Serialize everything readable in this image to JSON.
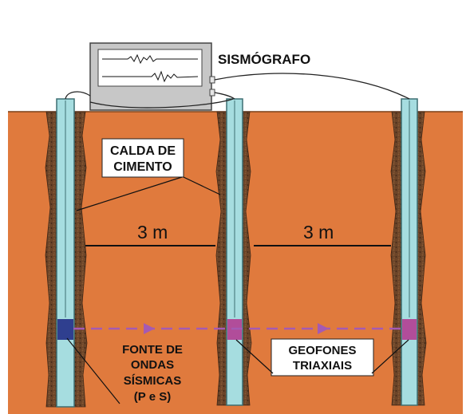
{
  "labels": {
    "seismograph": "SISMÓGRAFO",
    "grout_line1": "CALDA DE",
    "grout_line2": "CIMENTO",
    "spacing_left": "3 m",
    "spacing_right": "3 m",
    "source_line1": "FONTE DE",
    "source_line2": "ONDAS",
    "source_line3": "SÍSMICAS",
    "source_line4": "(P e S)",
    "geophones_line1": "GEOFONES",
    "geophones_line2": "TRIAXIAIS"
  },
  "colors": {
    "ground": "#e07a3d",
    "casing": "#a6dde0",
    "casing_edge": "#3d6f72",
    "grout": "#6b4428",
    "source": "#2f3f8f",
    "geophone": "#b14d9a",
    "wave_path": "#a45ab3",
    "seismograph_body": "#c7c7c7"
  }
}
